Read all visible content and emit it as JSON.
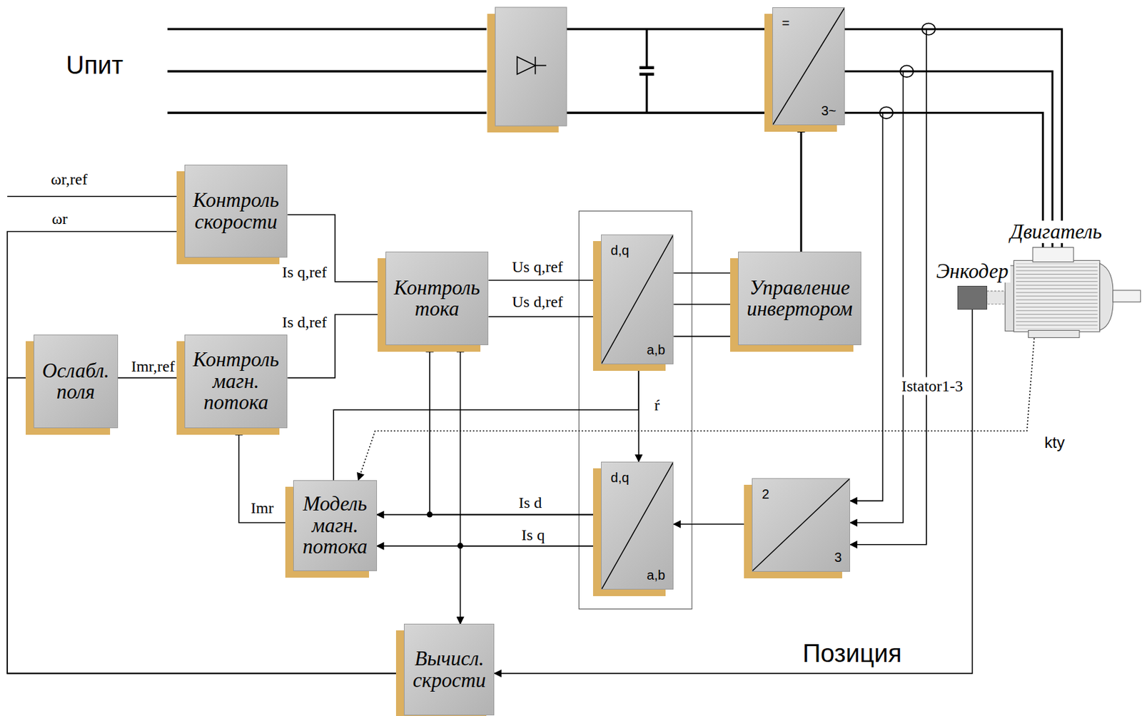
{
  "diagram": {
    "nodes": [
      {
        "text": [
          "=",
          "3~"
        ]
      },
      {
        "text": [
          "Контроль скорости"
        ]
      },
      {
        "text": [
          "Двигатель"
        ]
      },
      {
        "text": [
          "Контроль тока"
        ]
      },
      {
        "text": [
          "d,q",
          "a,b"
        ]
      },
      {
        "text": [
          "Управление инвертором"
        ]
      },
      {
        "text": [
          "Энкодер"
        ]
      },
      {
        "text": [
          "Ослабл. поля"
        ]
      },
      {
        "text": [
          "Контроль магн. потока"
        ]
      },
      {
        "text": [
          "Модель магн. потока"
        ]
      },
      {
        "text": [
          "d,q",
          "a,b"
        ]
      },
      {
        "text": [
          "2",
          "3"
        ]
      },
      {
        "text": [
          "Вычисл. скрости"
        ]
      }
    ],
    "edges": [
      {
        "from": 1,
        "to": 3,
        "arrow": "to",
        "label": "Is q,ref"
      },
      {
        "from": 8,
        "to": 3,
        "arrow": "to",
        "label": "Is d,ref"
      },
      {
        "from": 3,
        "to": 4,
        "arrow": "to",
        "label": "Us q,ref"
      },
      {
        "from": 3,
        "to": 4,
        "arrow": "to",
        "label": "Us d,ref"
      },
      {
        "from": 4,
        "to": 5,
        "arrow": "to"
      },
      {
        "from": 4,
        "to": 5,
        "arrow": "to"
      },
      {
        "from": 4,
        "to": 5,
        "arrow": "to"
      },
      {
        "from": 5,
        "to": 0,
        "arrow": "to"
      },
      {
        "from": 0,
        "to": 2,
        "arrow": "none"
      },
      {
        "from": 0,
        "to": 2,
        "arrow": "none"
      },
      {
        "from": 0,
        "to": 2,
        "arrow": "none"
      },
      {
        "from": 0,
        "to": 11,
        "arrow": "to"
      },
      {
        "from": 0,
        "to": 11,
        "arrow": "to"
      },
      {
        "from": 0,
        "to": 11,
        "arrow": "to"
      },
      {
        "from": 11,
        "to": 10,
        "arrow": "to"
      },
      {
        "from": 10,
        "to": 9,
        "arrow": "to",
        "label": "Is d"
      },
      {
        "from": 10,
        "to": 9,
        "arrow": "to",
        "label": "Is q"
      },
      {
        "from": 10,
        "to": 3,
        "arrow": "to"
      },
      {
        "from": 10,
        "to": 3,
        "arrow": "to"
      },
      {
        "from": 10,
        "to": 12,
        "arrow": "to"
      },
      {
        "from": 9,
        "to": 4,
        "arrow": "to",
        "label": "ŕ"
      },
      {
        "from": 10,
        "to": 4,
        "arrow": "both"
      },
      {
        "from": 9,
        "to": 8,
        "arrow": "to",
        "label": "Imr"
      },
      {
        "from": 7,
        "to": 8,
        "arrow": "to",
        "label": "Imr,ref"
      },
      {
        "from": 12,
        "to": 1,
        "arrow": "to",
        "label": "ωr"
      },
      {
        "from": 12,
        "to": 7,
        "arrow": "to"
      },
      {
        "from": 6,
        "to": 12,
        "arrow": "to",
        "label": "Позиция"
      },
      {
        "from": 2,
        "to": 9,
        "arrow": "to",
        "label": "kty"
      }
    ],
    "labels": [
      "Uпит",
      "ωr,ref",
      "Istator1-3"
    ]
  }
}
